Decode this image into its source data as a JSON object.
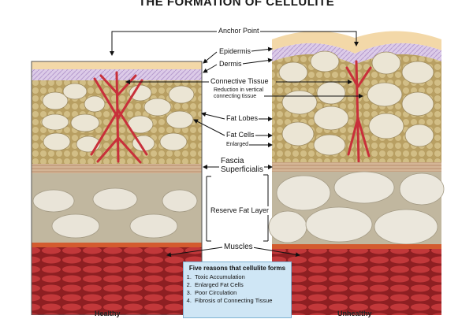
{
  "title": "THE FORMATION OF CELLULITE",
  "labels": {
    "anchor_point": "Anchor Point",
    "epidermis": "Epidermis",
    "dermis": "Dermis",
    "connective_tissue": "Connective Tissue",
    "reduction_note_line1": "Reduction in vertical",
    "reduction_note_line2": "connecting tissue",
    "fat_lobes": "Fat Lobes",
    "fat_cells": "Fat Cells",
    "enlarged": "Enlarged",
    "fascia": "Fascia",
    "superficialis": "Superficialis",
    "reserve_fat_layer": "Reserve Fat Layer",
    "muscles": "Muscles"
  },
  "reasons": {
    "heading": "Five reasons that cellulite forms",
    "items": [
      "Toxic Accumulation",
      "Enlarged Fat Cells",
      "Poor Circulation",
      "Fibrosis of Connecting Tissue"
    ]
  },
  "bottom_labels": {
    "left": "Healthy",
    "right": "Unhealthy"
  },
  "colors": {
    "epidermis": "#f3d8a8",
    "dermis": "#d9c9e6",
    "tissue_bg": "#c9b37a",
    "fat_cell": "#ece6d6",
    "connective": "#c8303a",
    "fascia": "#c9a98a",
    "reserve_bg": "#bfb49c",
    "muscle": "#b02a2a",
    "reasons_box": "#cfe6f5"
  }
}
